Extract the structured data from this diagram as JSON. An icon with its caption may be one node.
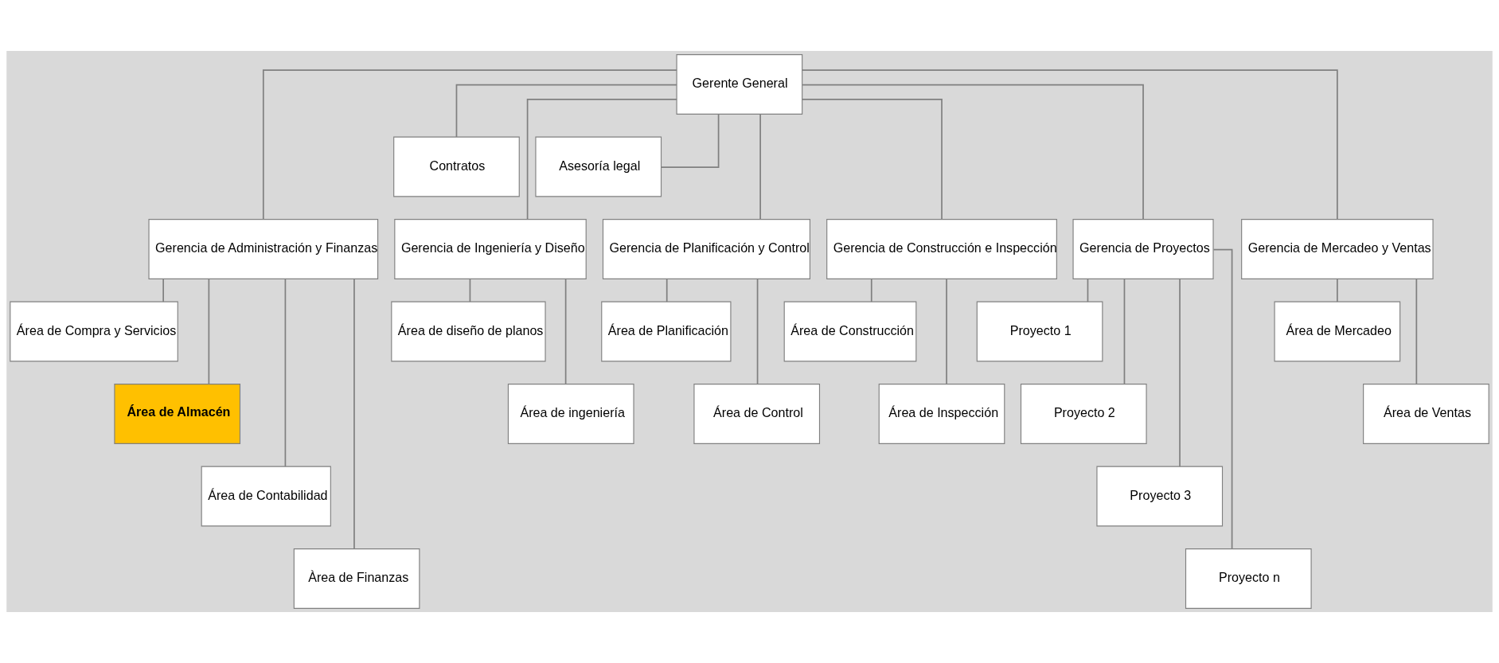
{
  "diagram": {
    "nodes": [
      {
        "text": [
          "Gerente General"
        ]
      },
      {
        "text": [
          "Contratos"
        ]
      },
      {
        "text": [
          "Asesoría legal"
        ]
      },
      {
        "text": [
          "Gerencia de Administración y Finanzas"
        ]
      },
      {
        "text": [
          "Gerencia de Ingeniería y Diseño"
        ]
      },
      {
        "text": [
          "Gerencia de Planificación y Control"
        ]
      },
      {
        "text": [
          "Gerencia de Construcción e Inspección"
        ]
      },
      {
        "text": [
          "Gerencia de Proyectos"
        ]
      },
      {
        "text": [
          "Gerencia de Mercadeo y Ventas"
        ]
      },
      {
        "text": [
          "Área de Compra y Servicios"
        ]
      },
      {
        "text": [
          "Área de Almacén"
        ]
      },
      {
        "text": [
          "Área de Contabilidad"
        ]
      },
      {
        "text": [
          "Àrea de Finanzas"
        ]
      },
      {
        "text": [
          "Área de diseño de planos"
        ]
      },
      {
        "text": [
          "Área de ingeniería"
        ]
      },
      {
        "text": [
          "Área de Planificación"
        ]
      },
      {
        "text": [
          "Área de Control"
        ]
      },
      {
        "text": [
          "Área de Construcción"
        ]
      },
      {
        "text": [
          "Área de Inspección"
        ]
      },
      {
        "text": [
          "Proyecto 1"
        ]
      },
      {
        "text": [
          "Proyecto 2"
        ]
      },
      {
        "text": [
          "Proyecto 3"
        ]
      },
      {
        "text": [
          "Proyecto n"
        ]
      },
      {
        "text": [
          "Área de Mercadeo"
        ]
      },
      {
        "text": [
          "Área de Ventas"
        ]
      }
    ],
    "edges": [
      {
        "from": 0,
        "to": 1,
        "arrow": "none"
      },
      {
        "from": 0,
        "to": 2,
        "arrow": "none"
      },
      {
        "from": 0,
        "to": 3,
        "arrow": "none"
      },
      {
        "from": 0,
        "to": 4,
        "arrow": "none"
      },
      {
        "from": 0,
        "to": 5,
        "arrow": "none"
      },
      {
        "from": 0,
        "to": 6,
        "arrow": "none"
      },
      {
        "from": 0,
        "to": 7,
        "arrow": "none"
      },
      {
        "from": 0,
        "to": 8,
        "arrow": "none"
      },
      {
        "from": 3,
        "to": 9,
        "arrow": "none"
      },
      {
        "from": 3,
        "to": 10,
        "arrow": "none"
      },
      {
        "from": 3,
        "to": 11,
        "arrow": "none"
      },
      {
        "from": 3,
        "to": 12,
        "arrow": "none"
      },
      {
        "from": 4,
        "to": 13,
        "arrow": "none"
      },
      {
        "from": 4,
        "to": 14,
        "arrow": "none"
      },
      {
        "from": 5,
        "to": 15,
        "arrow": "none"
      },
      {
        "from": 5,
        "to": 16,
        "arrow": "none"
      },
      {
        "from": 6,
        "to": 17,
        "arrow": "none"
      },
      {
        "from": 6,
        "to": 18,
        "arrow": "none"
      },
      {
        "from": 7,
        "to": 19,
        "arrow": "none"
      },
      {
        "from": 7,
        "to": 20,
        "arrow": "none"
      },
      {
        "from": 7,
        "to": 21,
        "arrow": "none"
      },
      {
        "from": 7,
        "to": 22,
        "arrow": "none"
      },
      {
        "from": 8,
        "to": 23,
        "arrow": "none"
      },
      {
        "from": 8,
        "to": 24,
        "arrow": "none"
      }
    ]
  }
}
